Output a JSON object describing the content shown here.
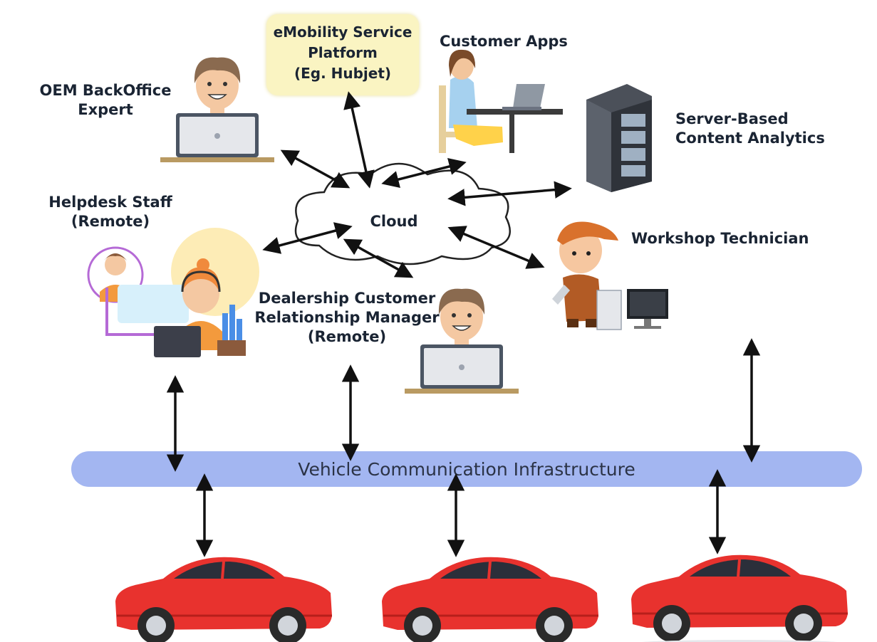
{
  "nodes": {
    "emobility": [
      "eMobility Service",
      "Platform",
      "(Eg. Hubjet)"
    ],
    "customer_apps": "Customer Apps",
    "oem_backoffice": [
      "OEM BackOffice",
      "Expert"
    ],
    "server": [
      "Server-Based",
      "Content Analytics"
    ],
    "helpdesk": [
      "Helpdesk Staff",
      "(Remote)"
    ],
    "cloud": "Cloud",
    "workshop": "Workshop Technician",
    "dealership": [
      "Dealership Customer",
      "Relationship Manager",
      "(Remote)"
    ]
  },
  "infrastructure": "Vehicle Communication Infrastructure",
  "colors": {
    "car": "#e8322e",
    "infrastructure_bar": "#a3b6f1",
    "platform_box": "#faf4c2",
    "arrow": "#111111"
  },
  "icons": [
    "laptop-user-icon",
    "customer-at-desk-icon",
    "server-rack-icon",
    "helpdesk-agent-icon",
    "mechanic-icon",
    "desktop-computer-icon",
    "cloud-icon",
    "car-icon"
  ]
}
